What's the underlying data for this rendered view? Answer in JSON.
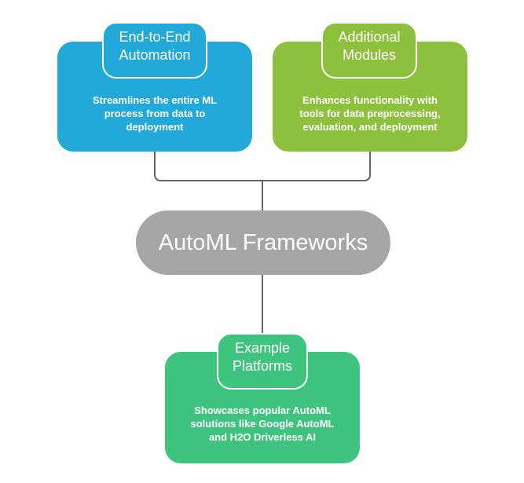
{
  "diagram": {
    "center": {
      "label": "AutoML Frameworks",
      "color": "#a6a6a6"
    },
    "nodes": [
      {
        "id": "end-to-end-automation",
        "title": "End-to-End Automation",
        "title_lines": [
          "End-to-End",
          "Automation"
        ],
        "description": "Streamlines the entire ML process from data to deployment",
        "color": "#23a9d9"
      },
      {
        "id": "additional-modules",
        "title": "Additional Modules",
        "title_lines": [
          "Additional",
          "Modules"
        ],
        "description": "Enhances functionality with tools for data preprocessing, evaluation, and deployment",
        "color": "#8dc03d"
      },
      {
        "id": "example-platforms",
        "title": "Example Platforms",
        "title_lines": [
          "Example",
          "Platforms"
        ],
        "description": "Showcases popular AutoML solutions like Google AutoML and H2O Driverless AI",
        "color": "#3ec47f"
      }
    ],
    "connector_color": "#666666"
  }
}
